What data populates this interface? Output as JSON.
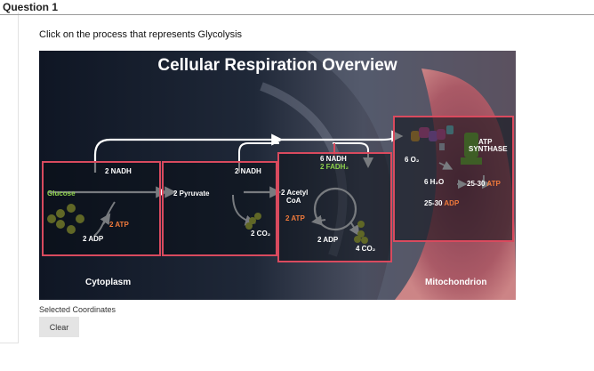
{
  "question": {
    "title": "Question 1",
    "prompt": "Click on the process that represents Glycolysis"
  },
  "figure": {
    "title": "Cellular Respiration Overview",
    "processes": {
      "glycolysis": {
        "nadh": "2 NADH",
        "input": "Glucose",
        "atp": "2 ATP",
        "adp": "2 ADP"
      },
      "pyruvate_oxidation": {
        "nadh": "2 NADH",
        "input": "2 Pyruvate",
        "co2": "2 CO₂"
      },
      "krebs_cycle": {
        "nadh": "6 NADH",
        "fadh2": "2 FADH₂",
        "acetyl_coa_line1": "2 Acetyl",
        "acetyl_coa_line2": "CoA",
        "atp": "2 ATP",
        "adp": "2 ADP",
        "co2": "4 CO₂"
      },
      "electron_transport": {
        "o2": "6 O₂",
        "synthase_line1": "ATP",
        "synthase_line2": "SYNTHASE",
        "water": "6 H₂O",
        "atp_count": "25-30",
        "atp_label": "ATP",
        "adp_count": "25-30",
        "adp_label": "ADP"
      }
    },
    "regions": {
      "left": "Cytoplasm",
      "right": "Mitochondrion"
    },
    "colors": {
      "box_border": "#d94a5e",
      "highlight_green": "#8dd14b",
      "atp_orange": "#f07a3b"
    }
  },
  "footer": {
    "coords_label": "Selected Coordinates",
    "clear_button": "Clear"
  }
}
